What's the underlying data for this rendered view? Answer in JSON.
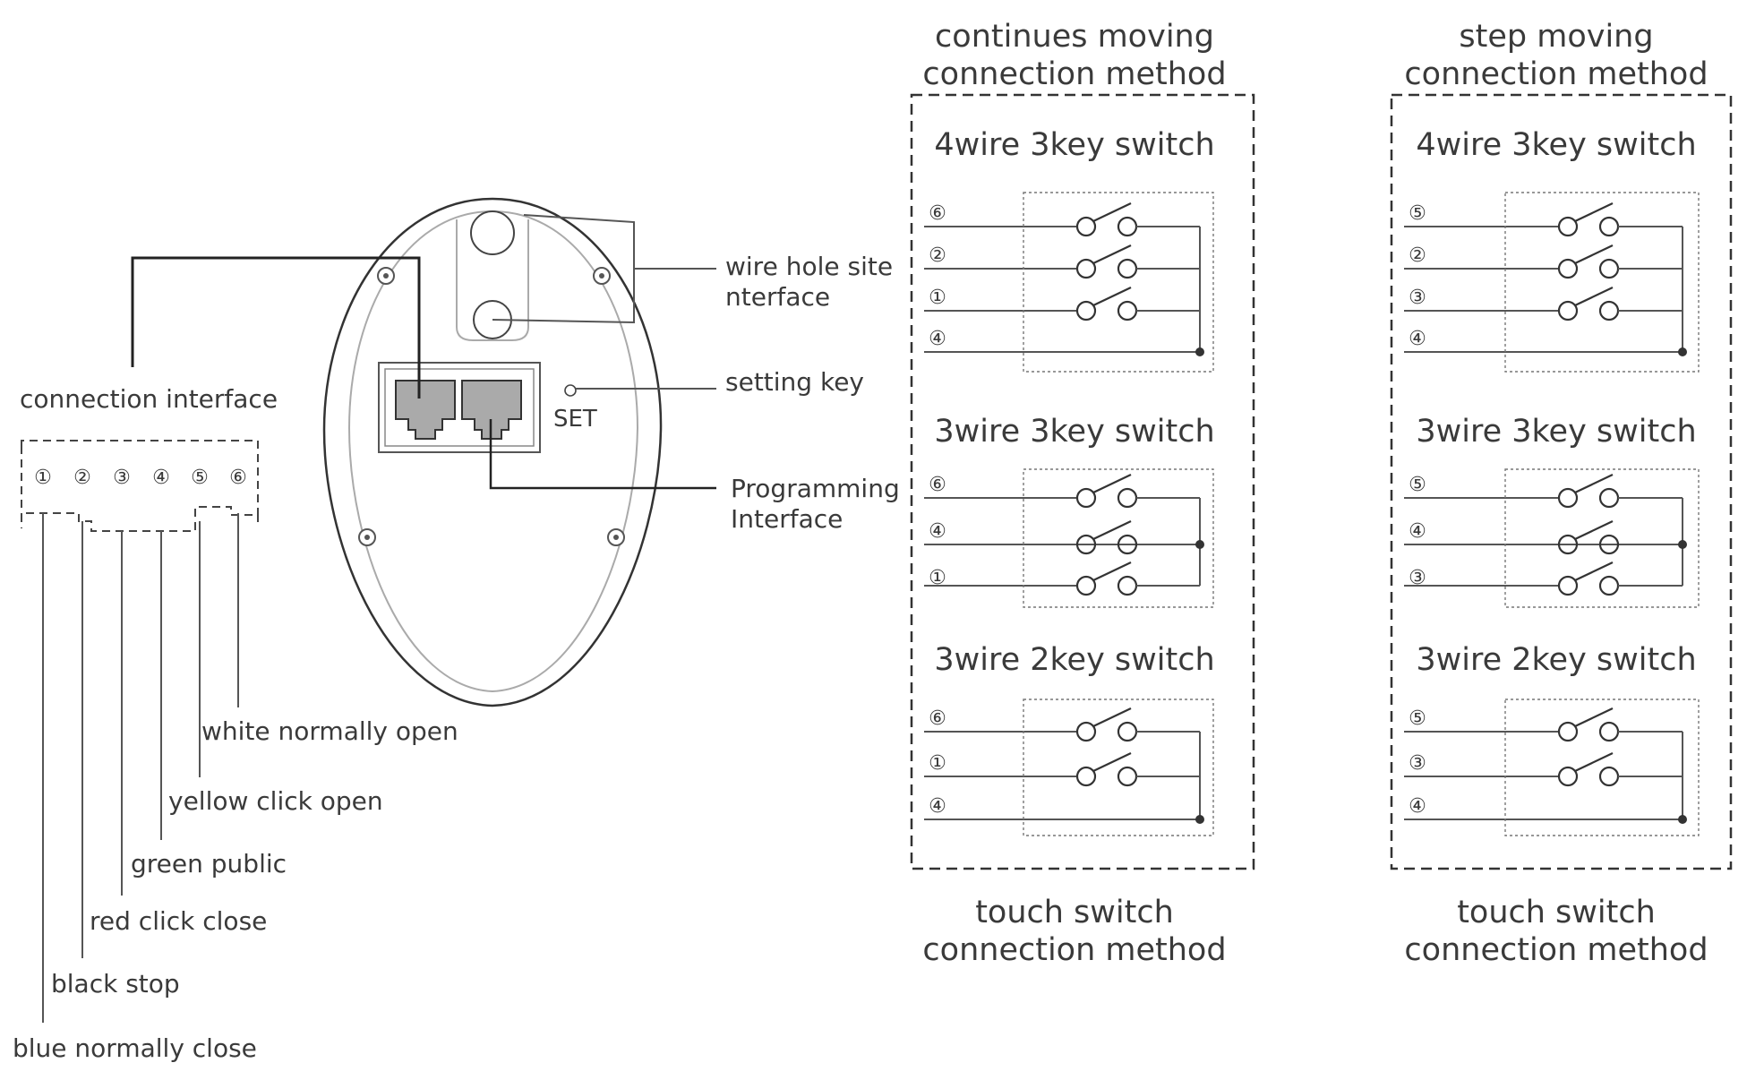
{
  "connection_interface": {
    "title": "connection interface",
    "pins": [
      "①",
      "②",
      "③",
      "④",
      "⑤",
      "⑥"
    ],
    "wires": [
      "blue normally close",
      "black stop",
      "red click close",
      "green public",
      "yellow click open",
      "white normally open"
    ]
  },
  "device": {
    "wire_hole_label": "wire hole site\nnterface",
    "setting_key_label": "setting key",
    "set_text": "SET",
    "programming_label": "Programming\nInterface"
  },
  "columns": [
    {
      "heading": "continues moving\nconnection method",
      "footer": "touch switch\nconnection method",
      "groups": [
        {
          "title": "4wire 3key switch",
          "pins": [
            "⑥",
            "②",
            "①",
            "④"
          ],
          "type": "4wire3key"
        },
        {
          "title": "3wire 3key switch",
          "pins": [
            "⑥",
            "④",
            "①"
          ],
          "type": "3wire3key"
        },
        {
          "title": "3wire 2key switch",
          "pins": [
            "⑥",
            "①",
            "④"
          ],
          "type": "3wire2key"
        }
      ]
    },
    {
      "heading": "step moving\nconnection method",
      "footer": "touch switch\nconnection method",
      "groups": [
        {
          "title": "4wire 3key switch",
          "pins": [
            "⑤",
            "②",
            "③",
            "④"
          ],
          "type": "4wire3key"
        },
        {
          "title": "3wire 3key switch",
          "pins": [
            "⑤",
            "④",
            "③"
          ],
          "type": "3wire3key"
        },
        {
          "title": "3wire 2key switch",
          "pins": [
            "⑤",
            "③",
            "④"
          ],
          "type": "3wire2key"
        }
      ]
    }
  ]
}
